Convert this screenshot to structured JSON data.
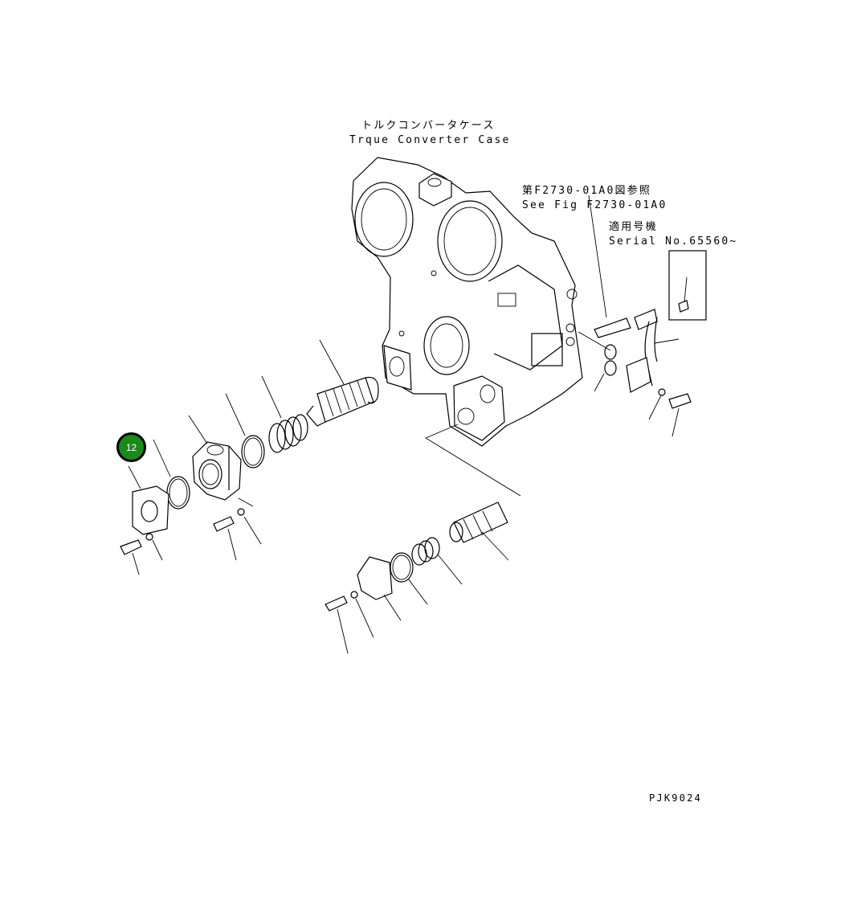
{
  "labels": {
    "case_jp": "トルクコンバータケース",
    "case_en": "Trque Converter Case",
    "see_fig_jp": "第F2730-01A0図参照",
    "see_fig_en": "See Fig F2730-01A0",
    "serial_jp": "適用号機",
    "serial_en": "Serial No.65560~",
    "drawing_code": "PJK9024"
  },
  "callouts": [
    {
      "number": "12",
      "color": "#1a8a1a"
    }
  ]
}
